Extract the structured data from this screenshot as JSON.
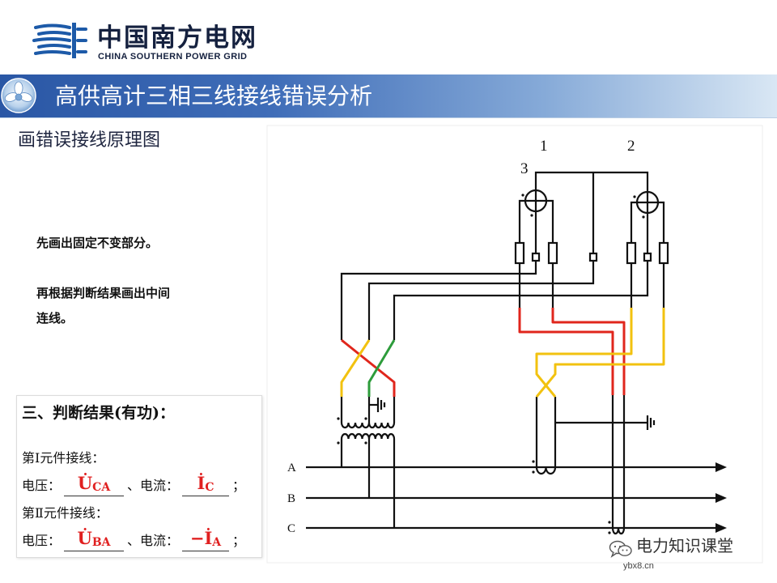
{
  "logo": {
    "cn": "中国南方电网",
    "en": "CHINA SOUTHERN POWER GRID"
  },
  "banner": {
    "title": "高供高计三相三线接线错误分析"
  },
  "section_title": "画错误接线原理图",
  "notes": [
    "先画出固定不变部分。",
    "再根据判断结果画出中间",
    "连线。"
  ],
  "result": {
    "heading": "三、判断结果(有功)：",
    "element_1": {
      "label": "第Ⅰ元件接线：",
      "voltage_label": "电压：",
      "voltage": {
        "symbol": "U̇",
        "sub": "CA"
      },
      "current_label": "、电流：",
      "current": {
        "symbol": "İ",
        "sub": "C"
      },
      "end": "；"
    },
    "element_2": {
      "label": "第Ⅱ元件接线：",
      "voltage_label": "电压：",
      "voltage": {
        "symbol": "U̇",
        "sub": "BA"
      },
      "current_label": "、电流：",
      "current": {
        "symbol": "−İ",
        "sub": "A"
      },
      "end": "；"
    }
  },
  "diagram": {
    "label_1": "1",
    "label_2": "2",
    "label_3": "3",
    "phase_a": "A",
    "phase_b": "B",
    "phase_c": "C"
  },
  "watermark": {
    "name": "电力知识课堂",
    "site": "ybx8.cn"
  },
  "colors": {
    "brand_blue": "#1d5aa8",
    "wire_red": "#e0261c",
    "wire_yellow": "#f2c20f",
    "wire_green": "#2d9c3b",
    "answer_red": "#e02020"
  }
}
